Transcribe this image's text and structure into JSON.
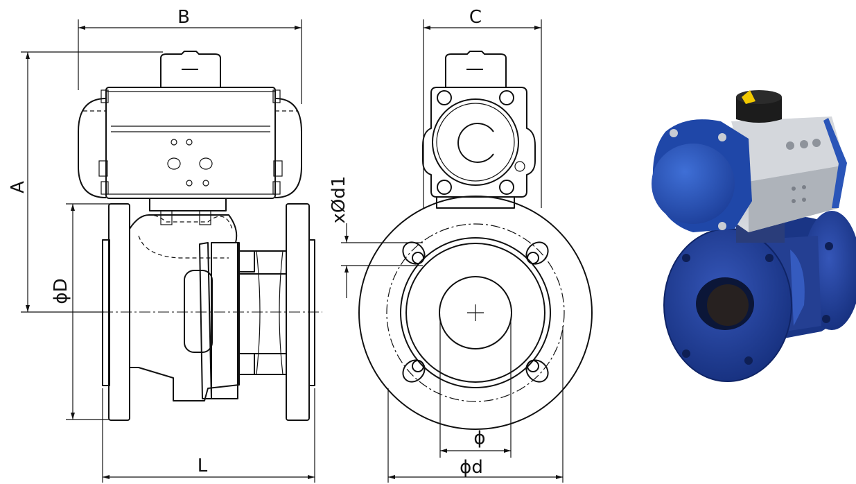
{
  "dimensions": {
    "A": "A",
    "B": "B",
    "C": "C",
    "L": "L",
    "phiD": "ϕD",
    "phi": "ϕ",
    "phid": "ϕd",
    "xd1": "xØd1"
  },
  "colors": {
    "line": "#111111",
    "actuator_blue": "#2a55b8",
    "valve_blue": "#1f3f96",
    "actuator_body": "#c9ccd1"
  }
}
